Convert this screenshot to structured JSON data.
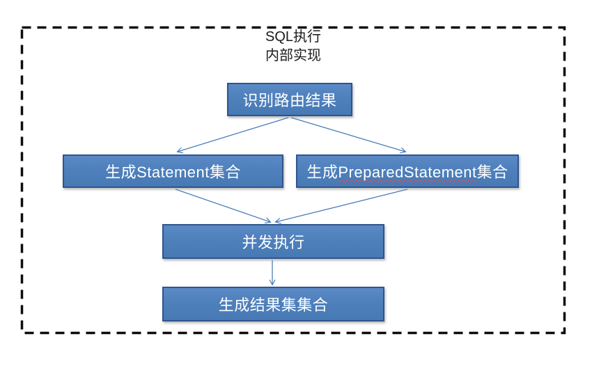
{
  "title": {
    "line1": "SQL执行",
    "line2": "内部实现"
  },
  "diagram": {
    "type": "flowchart",
    "nodes": [
      {
        "id": "identify-routing-result",
        "label": "识别路由结果"
      },
      {
        "id": "generate-statement-set",
        "label": "生成Statement集合"
      },
      {
        "id": "generate-prepared-statement-set",
        "label": "生成PreparedStatement集合",
        "label_prefix": "生成",
        "label_spellchecked_word": "PreparedStatement",
        "label_suffix": "集合"
      },
      {
        "id": "concurrent-execution",
        "label": "并发执行"
      },
      {
        "id": "generate-result-set-collection",
        "label": "生成结果集集合"
      }
    ],
    "edges": [
      {
        "from": "identify-routing-result",
        "to": "generate-statement-set"
      },
      {
        "from": "identify-routing-result",
        "to": "generate-prepared-statement-set"
      },
      {
        "from": "generate-statement-set",
        "to": "concurrent-execution"
      },
      {
        "from": "generate-prepared-statement-set",
        "to": "concurrent-execution"
      },
      {
        "from": "concurrent-execution",
        "to": "generate-result-set-collection"
      }
    ],
    "colors": {
      "node_fill": "#4F81BD",
      "node_border": "#2F548C",
      "arrow": "#4A7EBB",
      "outer_dashed_border": "#0d0d0d",
      "node_text": "#FFFFFF",
      "title_text": "#1a1a1a",
      "spellcheck_underline": "#E34949"
    }
  }
}
